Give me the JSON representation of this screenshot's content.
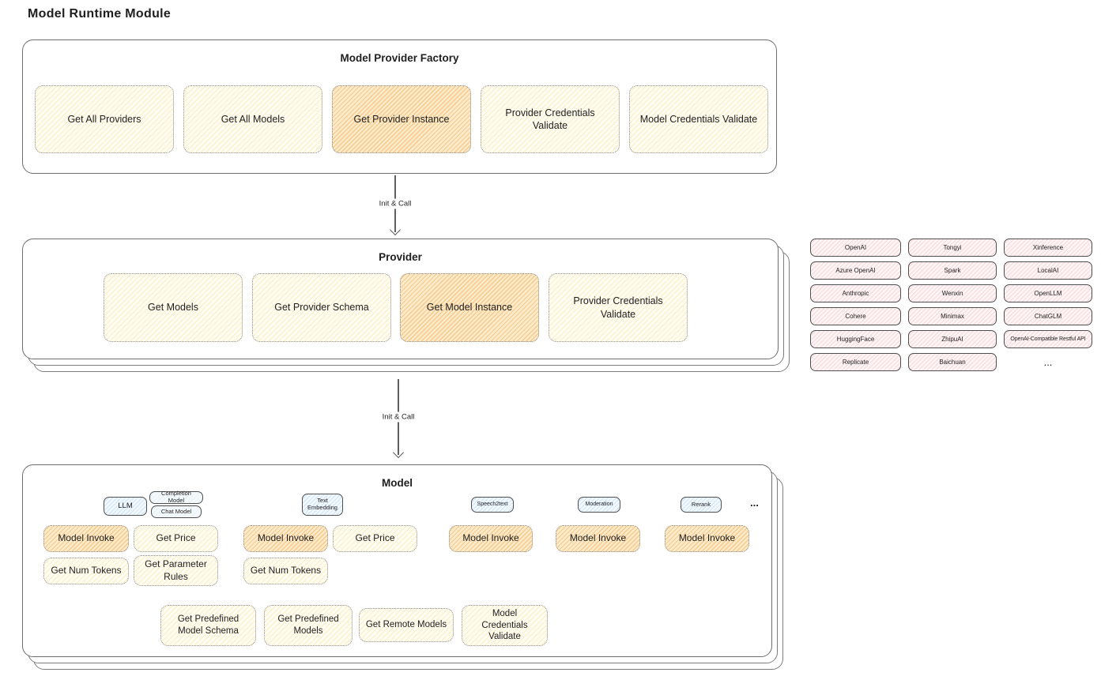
{
  "page": {
    "title": "Model Runtime Module"
  },
  "arrows": {
    "label1": "Init & Call",
    "label2": "Init & Call"
  },
  "factory": {
    "title": "Model Provider Factory",
    "buttons": [
      {
        "label": "Get All Providers",
        "highlighted": false
      },
      {
        "label": "Get All Models",
        "highlighted": false
      },
      {
        "label": "Get Provider Instance",
        "highlighted": true
      },
      {
        "label": "Provider Credentials Validate",
        "highlighted": false
      },
      {
        "label": "Model Credentials Validate",
        "highlighted": false
      }
    ]
  },
  "provider": {
    "title": "Provider",
    "buttons": [
      {
        "label": "Get Models",
        "highlighted": false
      },
      {
        "label": "Get Provider Schema",
        "highlighted": false
      },
      {
        "label": "Get Model Instance",
        "highlighted": true
      },
      {
        "label": "Provider Credentials Validate",
        "highlighted": false
      }
    ]
  },
  "providers_grid": {
    "items": [
      "OpenAI",
      "Tongyi",
      "Xinference",
      "Azure OpenAI",
      "Spark",
      "LocalAI",
      "Anthropic",
      "Wenxin",
      "OpenLLM",
      "Cohere",
      "Minimax",
      "ChatGLM",
      "HuggingFace",
      "ZhipuAI",
      "OpenAI-Compatible Restful API",
      "Replicate",
      "Baichuan",
      "..."
    ]
  },
  "model": {
    "title": "Model",
    "tabs": {
      "llm": "LLM",
      "completion_model": "Completion Model",
      "chat_model": "Chat Model",
      "text_embedding": "Text Embedding",
      "speech2text": "Speech2text",
      "moderation": "Moderation",
      "rerank": "Rerank",
      "more": "..."
    },
    "ops": {
      "model_invoke": "Model Invoke",
      "get_price": "Get Price",
      "get_num_tokens": "Get Num Tokens",
      "get_parameter_rules": "Get Parameter Rules"
    },
    "shared_ops": [
      "Get Predefined Model Schema",
      "Get Predefined Models",
      "Get Remote Models",
      "Model Credentials Validate"
    ]
  },
  "colors": {
    "yellow_fill": "#fdf7e0",
    "orange_fill": "#f9e7c4",
    "pink_fill": "#fbebeb",
    "blue_fill": "#e6f1fa",
    "stroke": "#666666"
  }
}
